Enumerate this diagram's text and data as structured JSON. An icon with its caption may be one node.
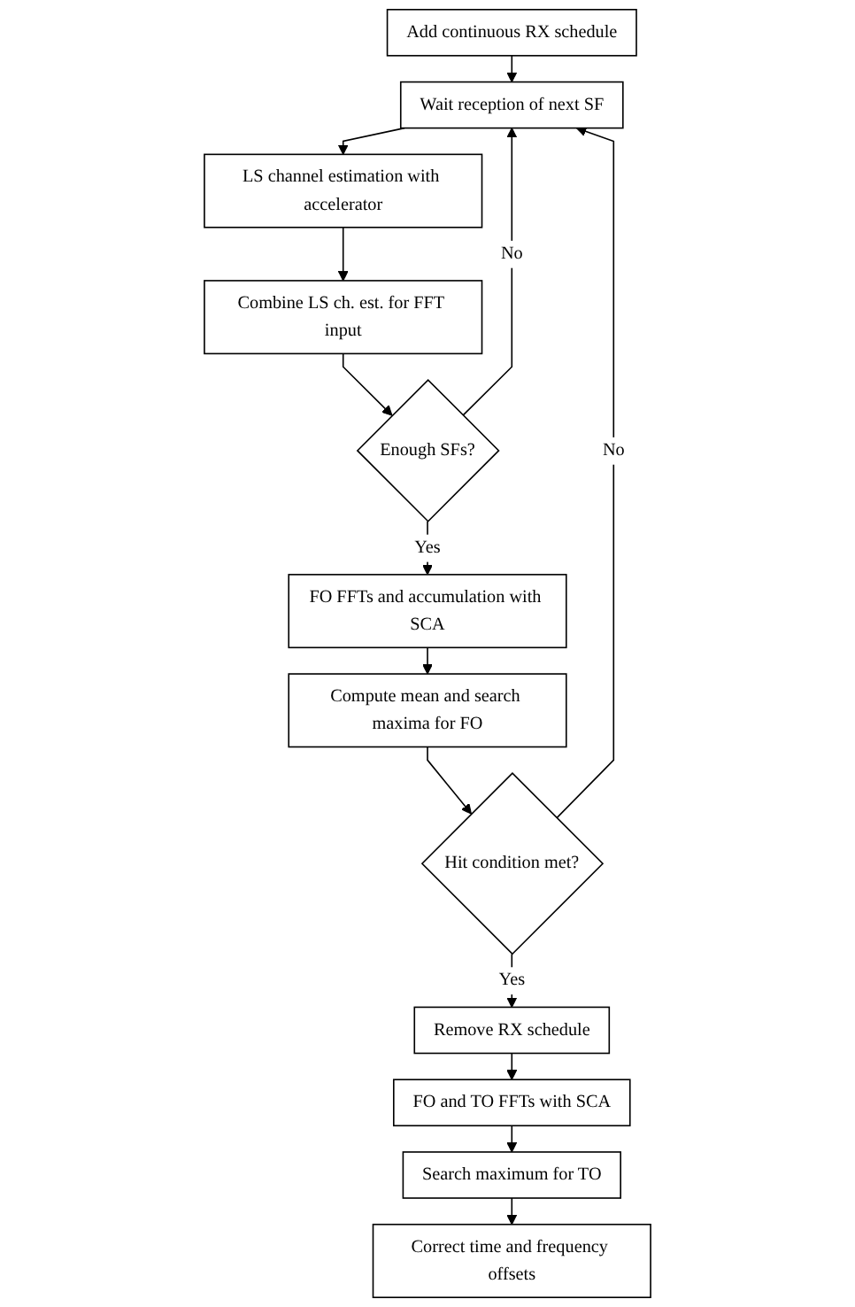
{
  "diagram": {
    "nodes": [
      {
        "text": [
          "Add continuous RX schedule"
        ]
      },
      {
        "text": [
          "Wait reception of next SF"
        ]
      },
      {
        "text": [
          "LS channel estimation with accelerator"
        ]
      },
      {
        "text": [
          "Combine LS ch. est. for FFT input"
        ]
      },
      {
        "text": [
          "Enough SFs?"
        ]
      },
      {
        "text": [
          "FO FFTs and accumulation with SCA"
        ]
      },
      {
        "text": [
          "Compute mean and search maxima for FO"
        ]
      },
      {
        "text": [
          "Hit condition met?"
        ]
      },
      {
        "text": [
          "Remove RX schedule"
        ]
      },
      {
        "text": [
          "FO and TO FFTs with SCA"
        ]
      },
      {
        "text": [
          "Search maximum for TO"
        ]
      },
      {
        "text": [
          "Correct time and frequency offsets"
        ]
      }
    ],
    "edges": [
      {
        "from": 0,
        "to": 1,
        "arrow": "to"
      },
      {
        "from": 1,
        "to": 2,
        "arrow": "to"
      },
      {
        "from": 2,
        "to": 3,
        "arrow": "to"
      },
      {
        "from": 3,
        "to": 4,
        "arrow": "to"
      },
      {
        "from": 4,
        "to": 1,
        "arrow": "to",
        "label": "No"
      },
      {
        "from": 4,
        "to": 5,
        "arrow": "to",
        "label": "Yes"
      },
      {
        "from": 5,
        "to": 6,
        "arrow": "to"
      },
      {
        "from": 6,
        "to": 7,
        "arrow": "to"
      },
      {
        "from": 7,
        "to": 1,
        "arrow": "to",
        "label": "No"
      },
      {
        "from": 7,
        "to": 8,
        "arrow": "to",
        "label": "Yes"
      },
      {
        "from": 8,
        "to": 9,
        "arrow": "to"
      },
      {
        "from": 9,
        "to": 10,
        "arrow": "to"
      },
      {
        "from": 10,
        "to": 11,
        "arrow": "to"
      }
    ]
  }
}
